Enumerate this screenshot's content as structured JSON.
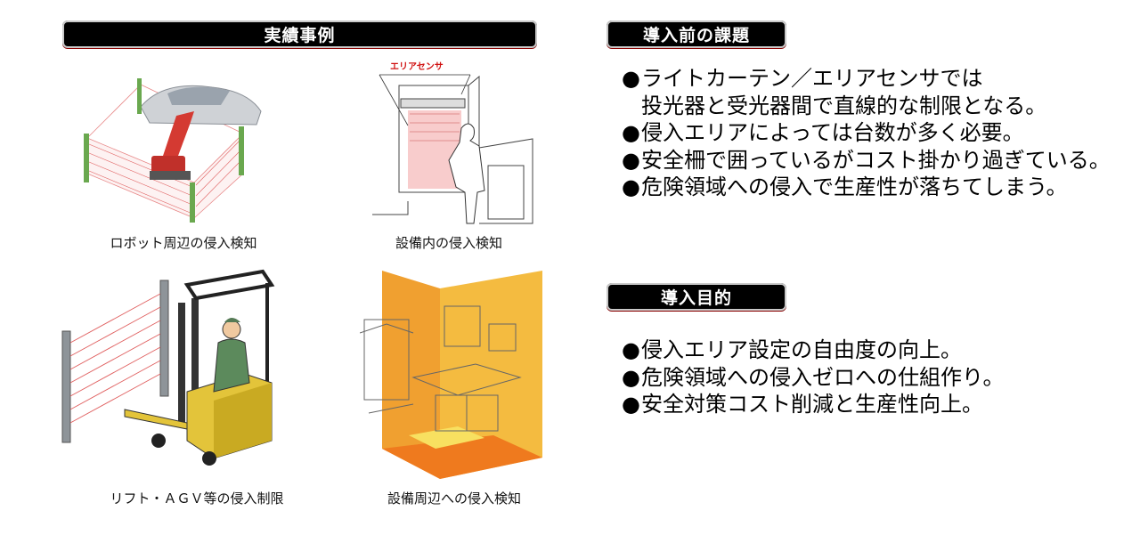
{
  "left_panel": {
    "title": "実績事例",
    "cases": [
      {
        "caption": "ロボット周辺の侵入検知",
        "icon": "robot-light-curtain-illustration"
      },
      {
        "caption": "設備内の侵入検知",
        "icon": "equipment-area-sensor-illustration",
        "label": "エリアセンサ"
      },
      {
        "caption": "リフト・ＡＧＶ等の侵入制限",
        "icon": "forklift-light-curtain-illustration"
      },
      {
        "caption": "設備周辺への侵入検知",
        "icon": "equipment-zone-illustration"
      }
    ]
  },
  "issues": {
    "title": "導入前の課題",
    "bullet": "●",
    "items": [
      "ライトカーテン／エリアセンサでは",
      "投光器と受光器間で直線的な制限となる。",
      "侵入エリアによっては台数が多く必要。",
      "安全柵で囲っているがコスト掛かり過ぎている。",
      "危険領域への侵入で生産性が落ちてしまう。"
    ]
  },
  "purpose": {
    "title": "導入目的",
    "bullet": "●",
    "items": [
      "侵入エリア設定の自由度の向上。",
      "危険領域への侵入ゼロへの仕組作り。",
      "安全対策コスト削減と生産性向上。"
    ]
  },
  "colors": {
    "header_bg": "#000000",
    "header_text": "#ffffff",
    "accent_red": "#d93a2e",
    "zone_orange": "#f5b23a"
  }
}
